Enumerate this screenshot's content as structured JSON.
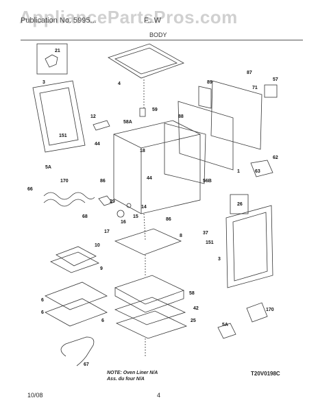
{
  "header": {
    "watermark": "AppliancePartsPros.com",
    "left_text": "Publication No. 5995...",
    "right_text": "F...W",
    "section_title": "BODY"
  },
  "note": {
    "line1": "NOTE: Oven Liner N/A",
    "line2": "Ass. du four N/A"
  },
  "diagram_code": "T20V0198C",
  "footer": {
    "date": "10/08",
    "page": "4"
  },
  "part_labels": [
    "21",
    "3",
    "151",
    "4",
    "59",
    "89",
    "87",
    "71",
    "57",
    "12",
    "58A",
    "88",
    "44",
    "18",
    "44",
    "86",
    "5A",
    "170",
    "66",
    "68",
    "16",
    "29",
    "14",
    "15",
    "17",
    "86",
    "26",
    "62",
    "63",
    "1",
    "56B",
    "37",
    "151",
    "3",
    "8",
    "10",
    "9",
    "58",
    "42",
    "25",
    "6",
    "6",
    "5A",
    "170",
    "67",
    "6"
  ]
}
